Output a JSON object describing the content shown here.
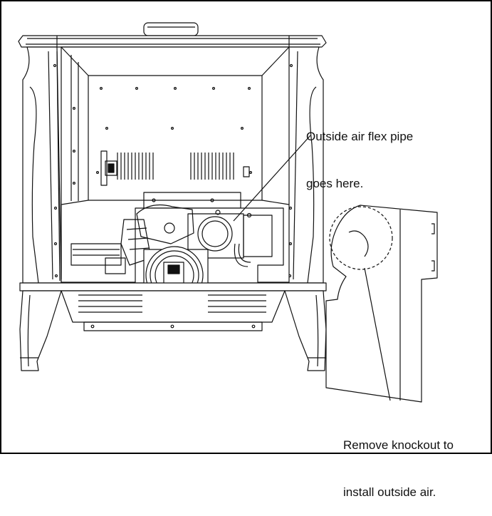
{
  "labels": {
    "outside_air_line1": "Outside air flex pipe",
    "outside_air_line2": "goes here.",
    "knockout_line1": "Remove knockout to",
    "knockout_line2": "install outside air."
  },
  "colors": {
    "line": "#111111",
    "background": "#ffffff",
    "border": "#000000"
  }
}
